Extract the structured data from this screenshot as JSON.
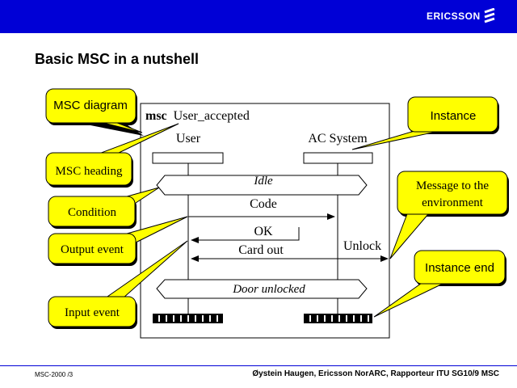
{
  "header": {
    "brand": "ERICSSON",
    "logo_icon": "ericsson-logo-icon",
    "bar_color": "#0000d6"
  },
  "slide": {
    "title": "Basic MSC in a nutshell"
  },
  "diagram": {
    "heading_keyword": "msc",
    "heading_name": "User_accepted",
    "instances": [
      "User",
      "AC System"
    ],
    "conditions": [
      "Idle",
      "Door unlocked"
    ],
    "messages": [
      "Code",
      "OK",
      "Card out",
      "Unlock"
    ]
  },
  "callouts": {
    "msc_diagram": "MSC diagram",
    "msc_heading": "MSC heading",
    "condition": "Condition",
    "output_event": "Output event",
    "input_event": "Input event",
    "instance": "Instance",
    "message_env_1": "Message to the",
    "message_env_2": "environment",
    "instance_end": "Instance end"
  },
  "callout_color": "#ffff00",
  "footer": {
    "left": "MSC-2000 /3",
    "right": "Øystein Haugen, Ericsson NorARC, Rapporteur ITU SG10/9 MSC"
  }
}
